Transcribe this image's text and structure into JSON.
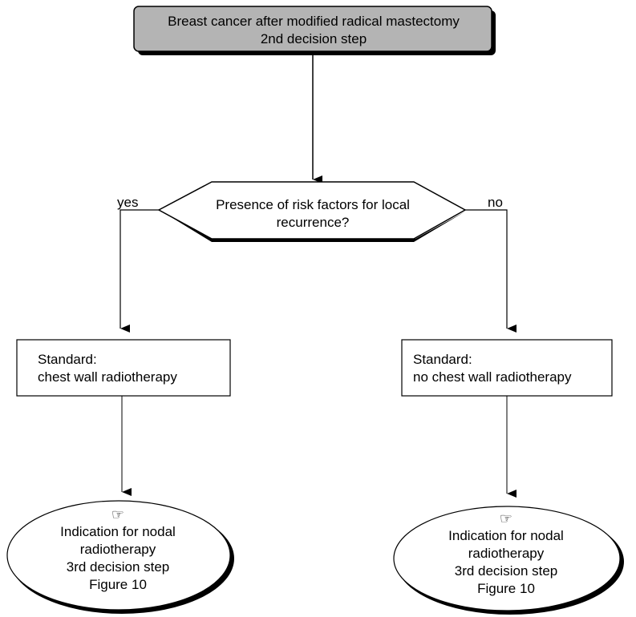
{
  "top": {
    "line1": "Breast cancer after modified radical mastectomy",
    "line2": "2nd decision step"
  },
  "decision": {
    "line1": "Presence of risk factors for local",
    "line2": "recurrence?",
    "yes_label": "yes",
    "no_label": "no"
  },
  "left_box": {
    "line1": "Standard:",
    "line2": "chest wall radiotherapy"
  },
  "right_box": {
    "line1": "Standard:",
    "line2": "no chest wall radiotherapy"
  },
  "left_oval": {
    "icon": "pointing-hand-icon",
    "line1": "Indication for nodal",
    "line2": "radiotherapy",
    "line3": "3rd decision step",
    "line4": "Figure 10"
  },
  "right_oval": {
    "icon": "pointing-hand-icon",
    "line1": "Indication for nodal",
    "line2": "radiotherapy",
    "line3": "3rd decision step",
    "line4": "Figure 10"
  },
  "colors": {
    "top_box_fill": "#b4b4b4",
    "stroke": "#000000",
    "background": "#ffffff"
  }
}
